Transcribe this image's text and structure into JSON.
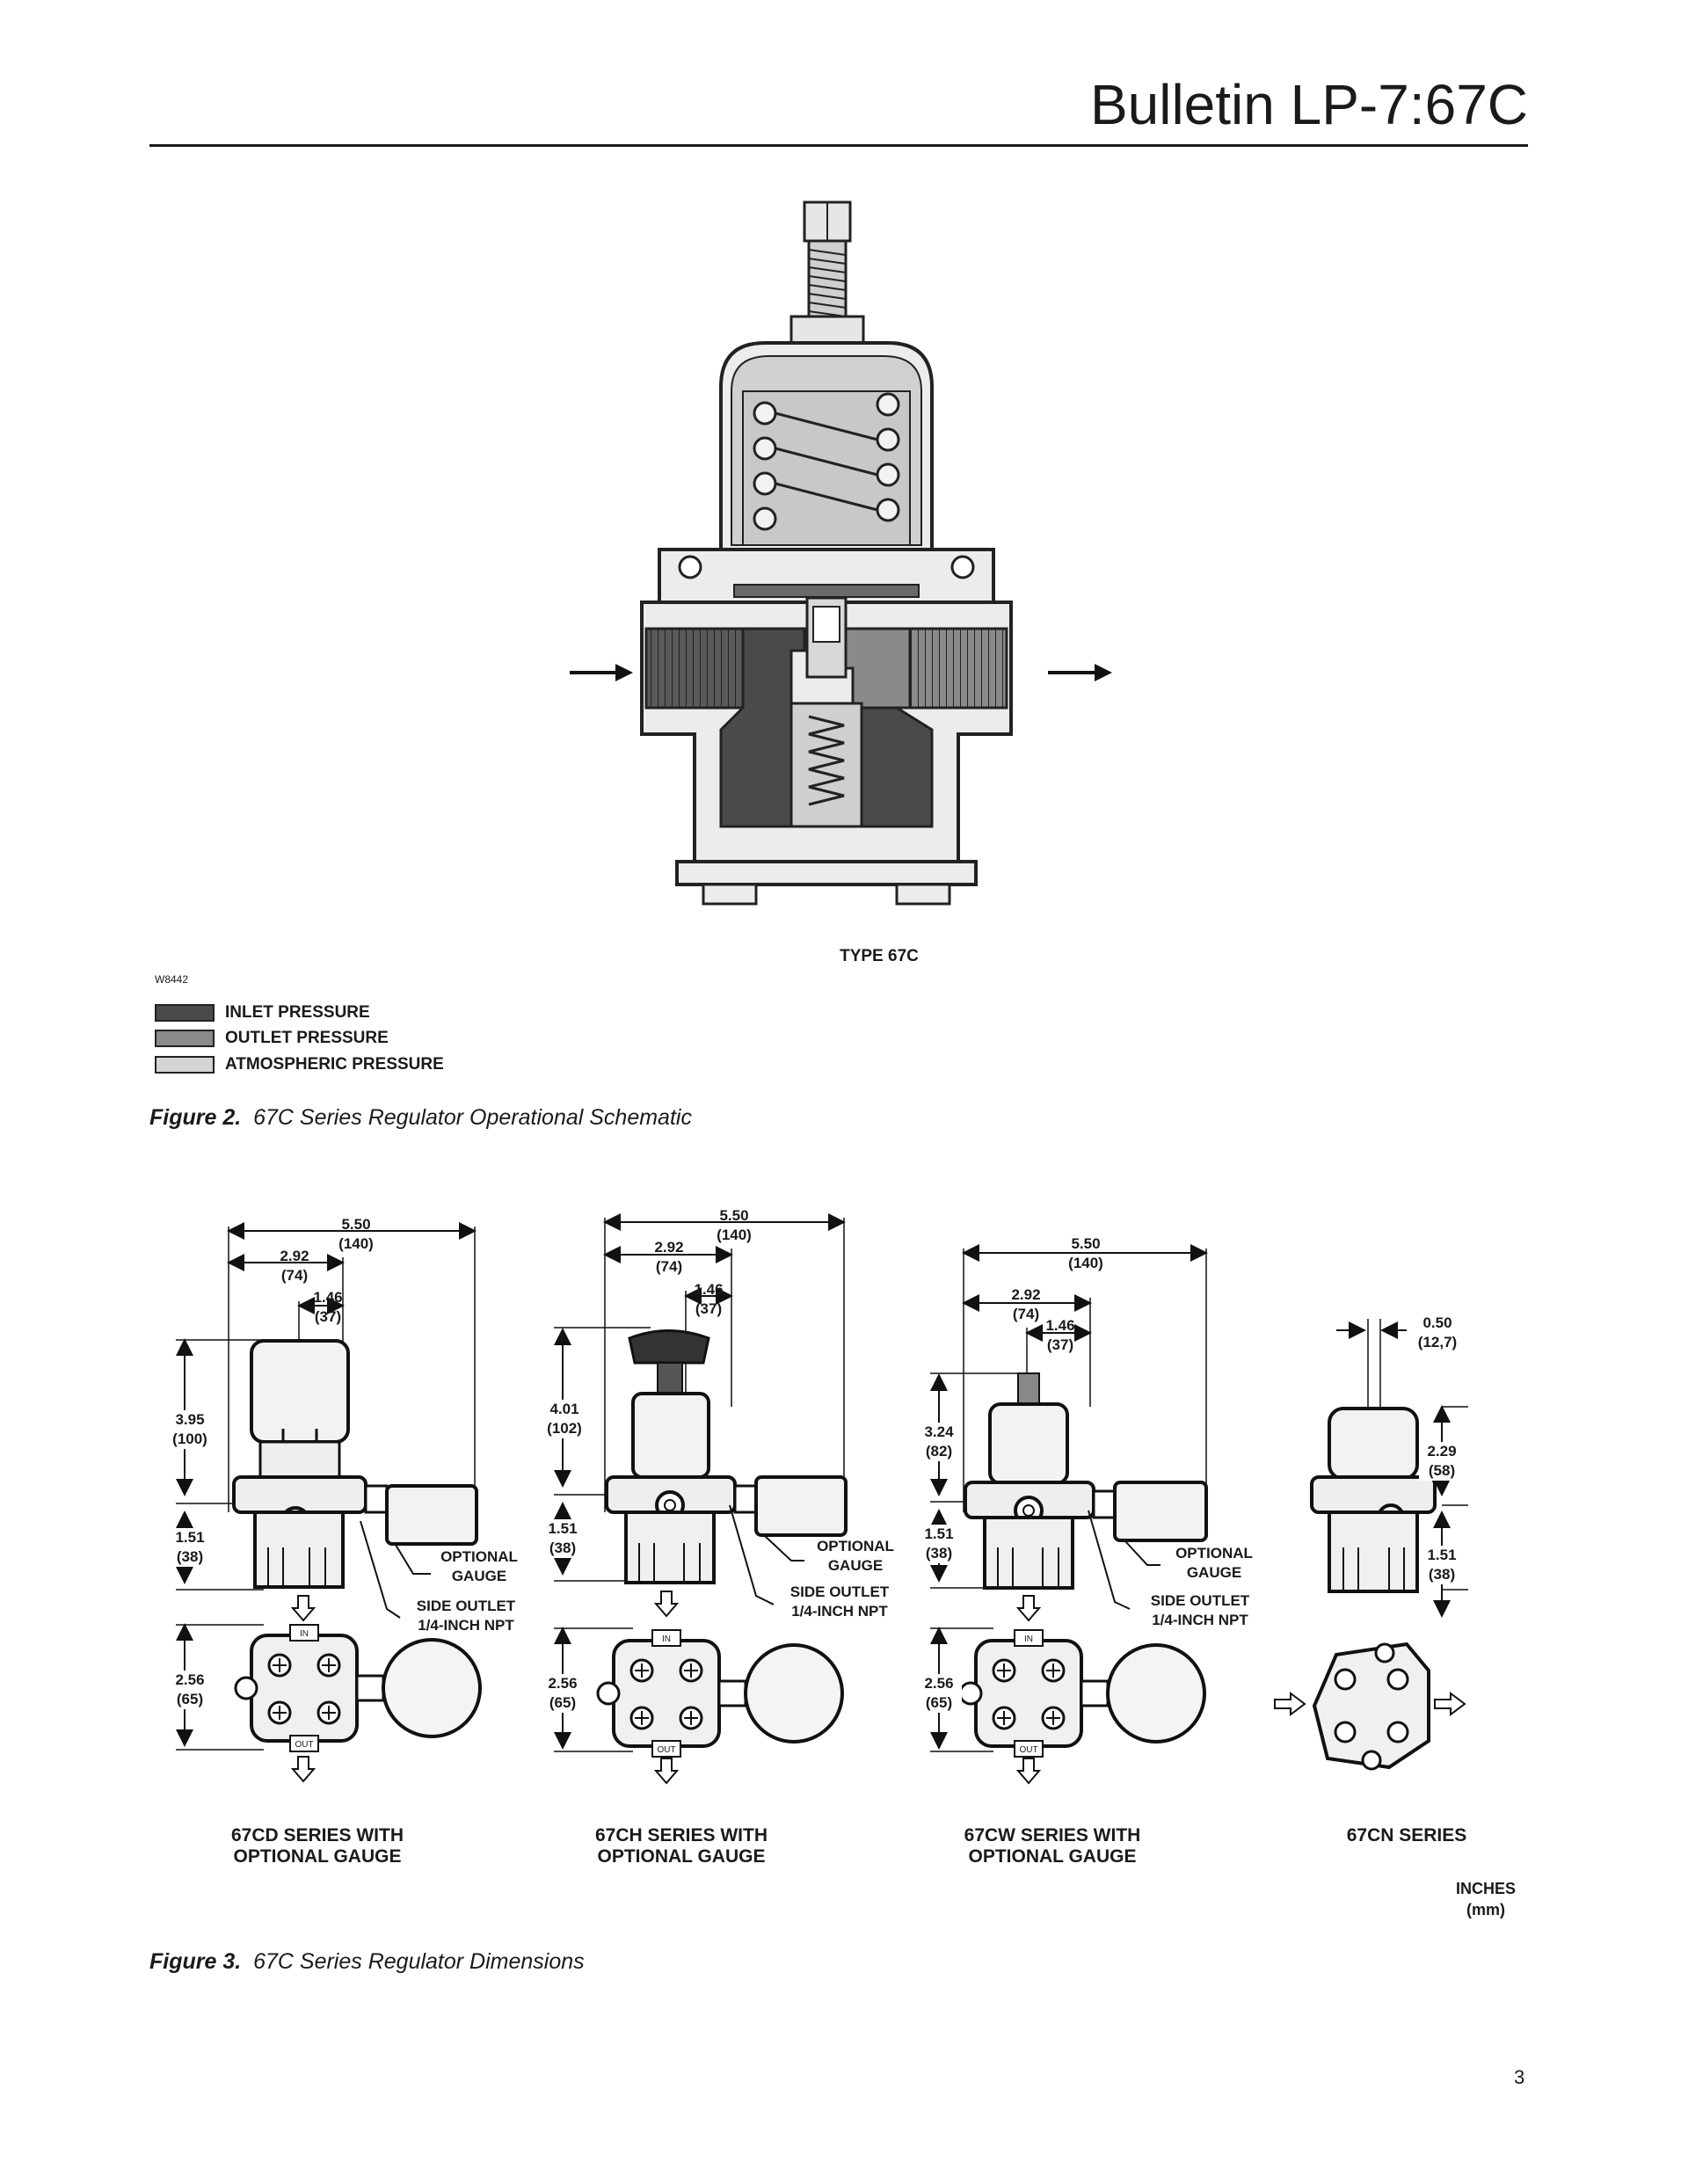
{
  "header": {
    "title": "Bulletin LP-7:67C"
  },
  "figure2": {
    "type_label": "TYPE 67C",
    "drawing_code": "W8442",
    "legend": [
      {
        "label": "INLET PRESSURE",
        "color": "#4a4a4a"
      },
      {
        "label": "OUTLET PRESSURE",
        "color": "#8a8a8a"
      },
      {
        "label": "ATMOSPHERIC PRESSURE",
        "color": "#d4d4d4"
      }
    ],
    "caption_num": "Figure 2.",
    "caption_text": "67C Series Regulator Operational Schematic"
  },
  "figure3": {
    "units": [
      "INCHES",
      "(mm)"
    ],
    "caption_num": "Figure 3.",
    "caption_text": "67C Series Regulator Dimensions",
    "port_in": "IN",
    "port_out": "OUT",
    "cd": {
      "width_total": [
        "5.50",
        "(140)"
      ],
      "width_mid": [
        "2.92",
        "(74)"
      ],
      "width_small": [
        "1.46",
        "(37)"
      ],
      "h_top": [
        "3.95",
        "(100)"
      ],
      "h_bottom": [
        "1.51",
        "(38)"
      ],
      "h_plan": [
        "2.56",
        "(65)"
      ],
      "gauge": [
        "OPTIONAL",
        "GAUGE"
      ],
      "side_outlet": [
        "SIDE OUTLET",
        "1/4-INCH NPT"
      ],
      "title": [
        "67CD SERIES WITH",
        "OPTIONAL GAUGE"
      ]
    },
    "ch": {
      "width_total": [
        "5.50",
        "(140)"
      ],
      "width_mid": [
        "2.92",
        "(74)"
      ],
      "width_small": [
        "1.46",
        "(37)"
      ],
      "h_top": [
        "4.01",
        "(102)"
      ],
      "h_bottom": [
        "1.51",
        "(38)"
      ],
      "h_plan": [
        "2.56",
        "(65)"
      ],
      "gauge": [
        "OPTIONAL",
        "GAUGE"
      ],
      "side_outlet": [
        "SIDE OUTLET",
        "1/4-INCH NPT"
      ],
      "title": [
        "67CH SERIES WITH",
        "OPTIONAL GAUGE"
      ]
    },
    "cw": {
      "width_total": [
        "5.50",
        "(140)"
      ],
      "width_mid": [
        "2.92",
        "(74)"
      ],
      "width_small": [
        "1.46",
        "(37)"
      ],
      "h_top": [
        "3.24",
        "(82)"
      ],
      "h_bottom": [
        "1.51",
        "(38)"
      ],
      "h_plan": [
        "2.56",
        "(65)"
      ],
      "gauge": [
        "OPTIONAL",
        "GAUGE"
      ],
      "side_outlet": [
        "SIDE OUTLET",
        "1/4-INCH NPT"
      ],
      "title": [
        "67CW SERIES WITH",
        "OPTIONAL GAUGE"
      ]
    },
    "cn": {
      "width_small": [
        "0.50",
        "(12,7)"
      ],
      "h_top": [
        "2.29",
        "(58)"
      ],
      "h_bottom": [
        "1.51",
        "(38)"
      ],
      "title": [
        "67CN SERIES"
      ]
    }
  },
  "page_number": "3"
}
